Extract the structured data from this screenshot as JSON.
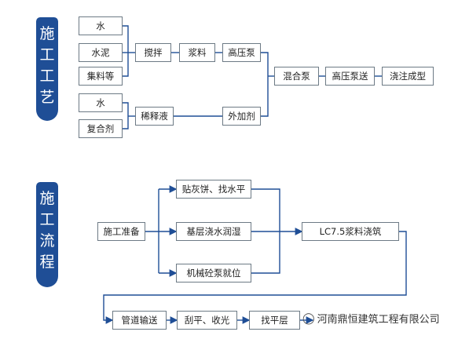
{
  "section1": {
    "title_chars": [
      "施",
      "工",
      "工",
      "艺"
    ],
    "boxes": {
      "water1": "水",
      "cement": "水泥",
      "aggregate": "集料等",
      "water2": "水",
      "composite": "复合剂",
      "mixing": "搅拌",
      "slurry": "浆料",
      "hp_pump": "高压泵",
      "diluent": "稀释液",
      "admixture": "外加剂",
      "mix_pump": "混合泵",
      "hp_delivery": "高压泵送",
      "casting": "浇注成型"
    }
  },
  "section2": {
    "title_chars": [
      "施",
      "工",
      "流",
      "程"
    ],
    "boxes": {
      "prep": "施工准备",
      "cakes": "贴灰饼、找水平",
      "wetting": "基层浇水润湿",
      "pump": "机械砼泵就位",
      "lc75": "LC7.5浆料浇筑",
      "pipe": "管道输送",
      "scrape": "刮平、收光",
      "leveling": "找平层"
    }
  },
  "watermark": {
    "text": "河南鼎恒建筑工程有限公司",
    "icon": "wechat-icon"
  },
  "colors": {
    "sidebar": "#1f4e96",
    "line": "#1f4e96",
    "border": "#6d7a85"
  }
}
